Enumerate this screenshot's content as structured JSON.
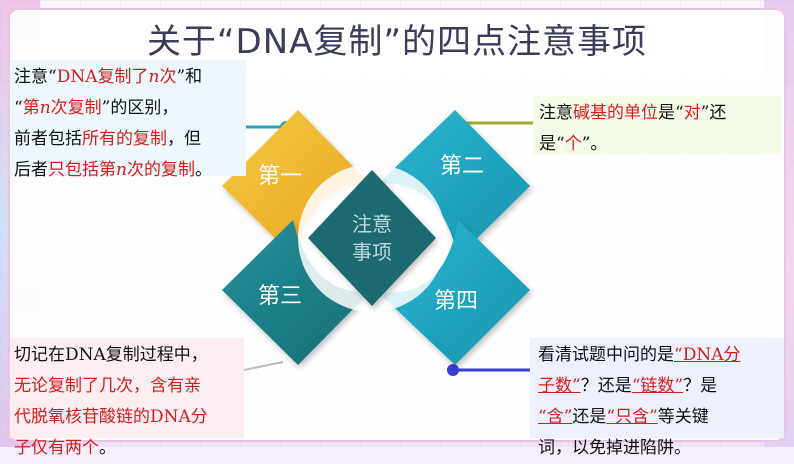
{
  "title": "关于“DNA复制”的四点注意事项",
  "center": {
    "line1": "注意",
    "line2": "事项"
  },
  "quadrants": {
    "q1": "第一",
    "q2": "第二",
    "q3": "第三",
    "q4": "第四"
  },
  "notes": {
    "top_left": {
      "l1a": "注意“",
      "l1b": "DNA复制了",
      "l1c": "n",
      "l1d": "次",
      "l1e": "”和",
      "l2a": "“",
      "l2b": "第",
      "l2c": "n",
      "l2d": "次复制",
      "l2e": "”的区别，",
      "l3a": "前者包括",
      "l3b": "所有的复制",
      "l3c": "，但",
      "l4a": "后者",
      "l4b": "只包括第",
      "l4c": "n",
      "l4d": "次的复制",
      "l4e": "。"
    },
    "top_right": {
      "l1a": "注意",
      "l1b": "碱基的单位",
      "l1c": "是“",
      "l1d": "对",
      "l1e": "”还",
      "l2a": "是“",
      "l2b": "个",
      "l2c": "”。"
    },
    "bottom_left": {
      "l1": "切记在DNA复制过程中，",
      "l2": "无论复制了几次，含有亲",
      "l3": "代脱氧核苷酸链的DNA分",
      "l4a": "子",
      "l4b": "仅有两个",
      "l4c": "。"
    },
    "bottom_right": {
      "l1a": "看清试题中问的是",
      "l1b": "“DNA分",
      "l2a": "子数”",
      "l2b": "？还是",
      "l2c": "“链数”",
      "l2d": "？是",
      "l3a": "“含”",
      "l3b": "还是",
      "l3c": "“只含”",
      "l3d": "等关键",
      "l4": "词，以免掉进陷阱。"
    }
  },
  "colors": {
    "yellow": "#f0b72a",
    "teal_light": "#1aa7c0",
    "teal_dark": "#1a7d86",
    "center": "#1e6b70",
    "red": "#d41d1d"
  }
}
